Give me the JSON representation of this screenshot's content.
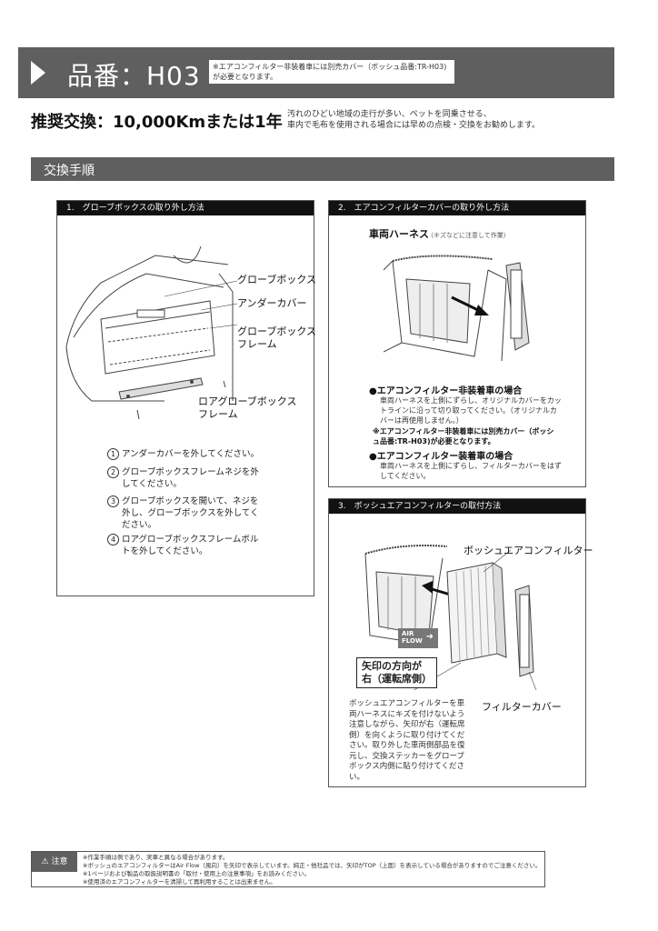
{
  "header": {
    "title": "品番：H03",
    "note": "※エアコンフィルター非装着車には別売カバー（ボッシュ品番:TR-H03)が必要となります。"
  },
  "recommend": {
    "label": "推奨交換：10,000Kmまたは1年",
    "note_line1": "汚れのひどい地域の走行が多い、ペットを同乗させる、",
    "note_line2": "車内で毛布を使用される場合には早めの点検・交換をお勧めします。"
  },
  "section": {
    "title": "交換手順"
  },
  "box1": {
    "heading": "1.　グローブボックスの取り外し方法",
    "labels": {
      "glove_box": "グローブボックス",
      "under_cover": "アンダーカバー",
      "frame_l1": "グローブボックス",
      "frame_l2": "フレーム",
      "lower_l1": "ロアグローブボックス",
      "lower_l2": "フレーム"
    },
    "steps": [
      {
        "num": "1",
        "text": "アンダーカバーを外してください。"
      },
      {
        "num": "2",
        "text": "グローブボックスフレームネジを外してください。"
      },
      {
        "num": "3",
        "text": "グローブボックスを開いて、ネジを外し、グローブボックスを外してください。"
      },
      {
        "num": "4",
        "text": "ロアグローブボックスフレームボルトを外してください。"
      }
    ]
  },
  "box2": {
    "heading": "2.　エアコンフィルターカバーの取り外し方法",
    "harness_label": "車両ハーネス",
    "harness_note": "（キズなどに注意して作業）",
    "not_equipped": {
      "title": "●エアコンフィルター非装着車の場合",
      "text": "車両ハーネスを上側にずらし、オリジナルカバーをカットラインに沿って切り取ってください。（オリジナルカバーは再使用しません。）",
      "warning": "※エアコンフィルター非装着車には別売カバー（ボッシュ品番:TR-H03)が必要となります。"
    },
    "equipped": {
      "title": "●エアコンフィルター装着車の場合",
      "text": "車両ハーネスを上側にずらし、フィルターカバーをはずしてください。"
    }
  },
  "box3": {
    "heading": "3.　ボッシュエアコンフィルターの取付方法",
    "filter_label": "ボッシュエアコンフィルター",
    "cover_label": "フィルターカバー",
    "airflow_l1": "AIR",
    "airflow_l2": "FLOW",
    "arrow_l1": "矢印の方向が",
    "arrow_l2": "右（運転席側）",
    "instructions": "ボッシュエアコンフィルターを車両ハーネスにキズを付けないよう注意しながら、矢印が右（運転席側）を向くように取り付けてください。取り外した車両側部品を復元し、交換ステッカーをグローブボックス内側に貼り付けてください。"
  },
  "caution": {
    "tag": "注意",
    "lines": [
      "※作業手順は例であり、実車と異なる場合があります。",
      "※ボッシュのエアコンフィルターはAir Flow（風向）を矢印で表示しています。純正・他社品では、矢印がTOP（上面）を表示している場合がありますのでご注意ください。",
      "※1ページおよび製品の取扱説明書の「取付・使用上の注意事項」をお読みください。",
      "※使用済のエアコンフィルターを清掃して再利用することは出来ません。"
    ]
  }
}
